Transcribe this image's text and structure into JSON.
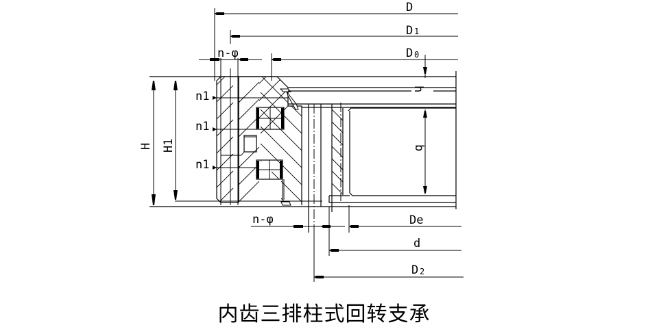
{
  "title": "内齿三排柱式回转支承",
  "colors": {
    "line": "#000000",
    "background": "#ffffff"
  },
  "dimensions": {
    "D": {
      "label": "D",
      "sub": ""
    },
    "D1": {
      "label": "D",
      "sub": "1"
    },
    "D0": {
      "label": "D",
      "sub": "0"
    },
    "De": {
      "label": "De",
      "sub": ""
    },
    "d": {
      "label": "d",
      "sub": ""
    },
    "D2": {
      "label": "D",
      "sub": "2"
    },
    "H": {
      "label": "H"
    },
    "H1": {
      "label": "H1"
    },
    "h": {
      "label": "h"
    },
    "b": {
      "label": "b"
    },
    "n_phi_top": {
      "label": "n-φ"
    },
    "n_phi_bottom": {
      "label": "n-φ"
    },
    "n1_labels": [
      "n1",
      "n1",
      "n1"
    ]
  }
}
